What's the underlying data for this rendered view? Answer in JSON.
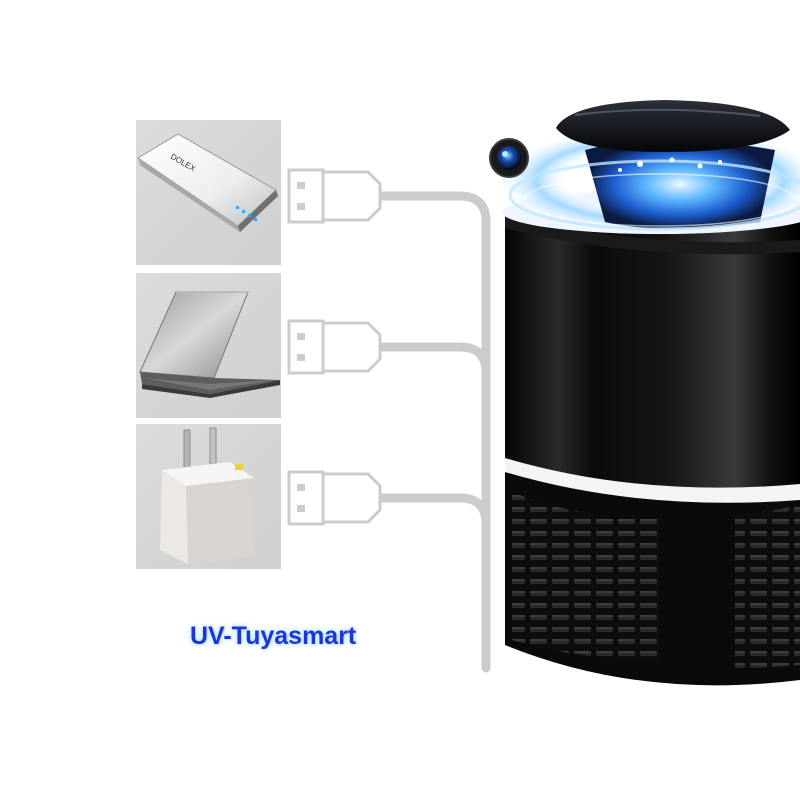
{
  "brand": {
    "text": "UV-Tuyasmart",
    "color": "#1f33d8"
  },
  "powerbank": {
    "logo_text": "DOLEX"
  },
  "sources": [
    {
      "name": "power-bank"
    },
    {
      "name": "laptop"
    },
    {
      "name": "wall-adapter"
    }
  ],
  "device": {
    "name": "uv-mosquito-lamp-camera",
    "glow_color": "#3aa0ff"
  }
}
